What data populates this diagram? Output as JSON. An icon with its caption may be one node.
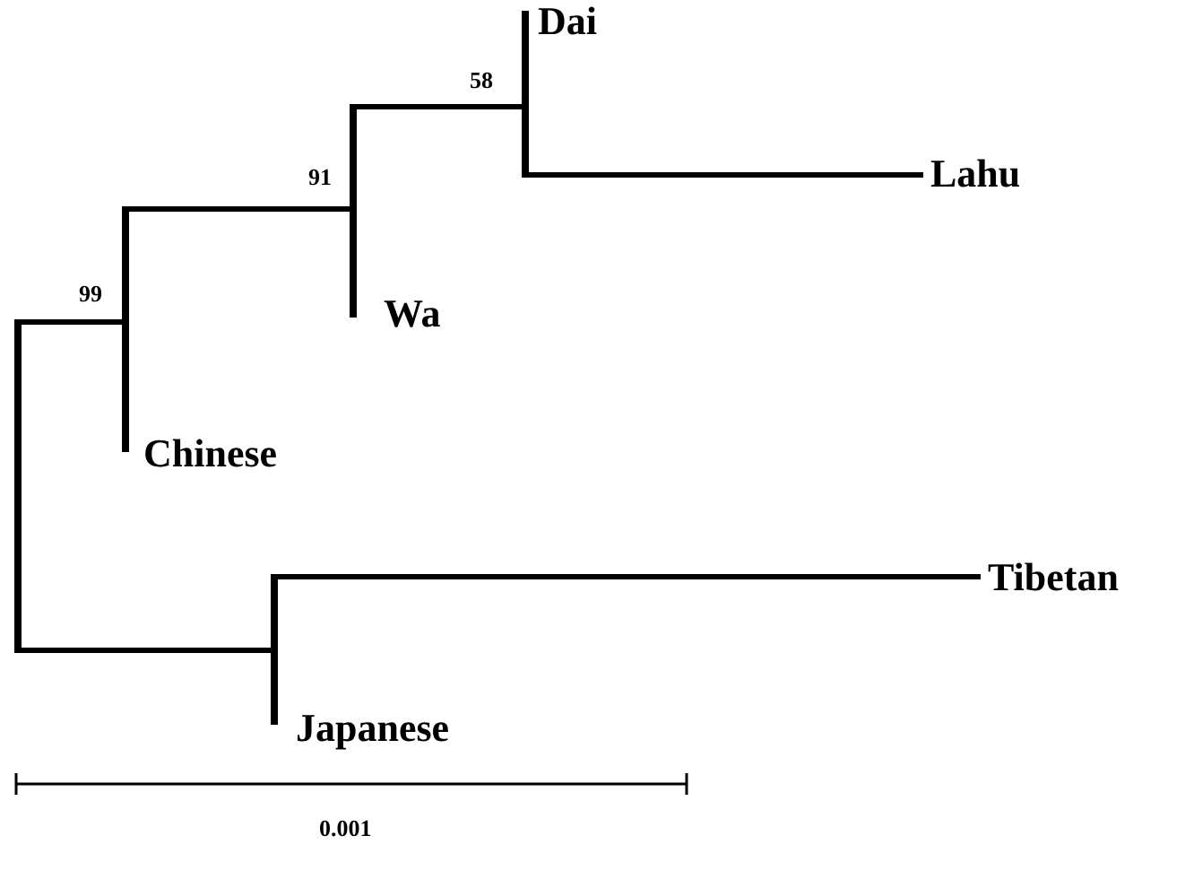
{
  "diagram": {
    "nodes": [
      {
        "text": [],
        "shape": "bar"
      },
      {
        "text": [],
        "shape": "bar",
        "beside": [
          "99",
          "Chinese"
        ]
      },
      {
        "text": [],
        "shape": "bar",
        "beside": [
          "91",
          "Wa"
        ]
      },
      {
        "text": [],
        "shape": "bar",
        "beside": [
          "58",
          "Dai"
        ]
      },
      {
        "text": [
          "Lahu"
        ]
      },
      {
        "text": [],
        "shape": "bar",
        "beside": [
          "Japanese"
        ]
      },
      {
        "text": [
          "Tibetan"
        ]
      }
    ],
    "edges": [
      {
        "from": 0,
        "to": 1,
        "arrow": "none"
      },
      {
        "from": 1,
        "to": 2,
        "arrow": "none"
      },
      {
        "from": 2,
        "to": 3,
        "arrow": "none"
      },
      {
        "from": 3,
        "to": 4,
        "arrow": "none"
      },
      {
        "from": 0,
        "to": 5,
        "arrow": "none"
      },
      {
        "from": 5,
        "to": 6,
        "arrow": "none"
      }
    ],
    "labels": [
      "0.001"
    ]
  }
}
